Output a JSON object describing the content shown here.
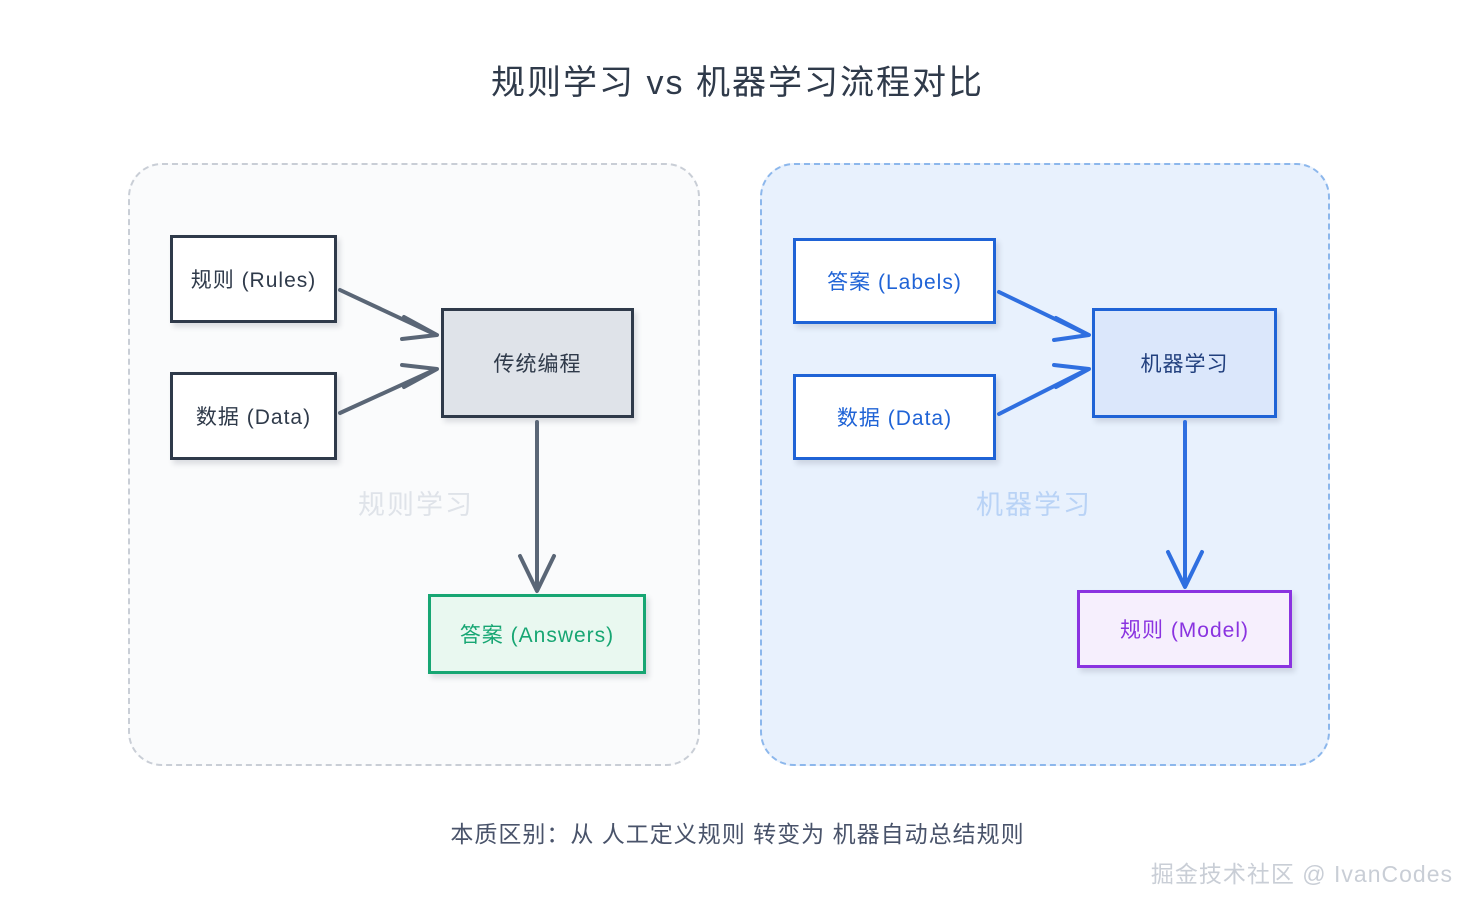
{
  "title": "规则学习 vs 机器学习流程对比",
  "panels": {
    "left": {
      "watermark": "规则学习",
      "border_color": "#c9ced6",
      "fill_color": "#fafbfc",
      "nodes": {
        "rules": "规则 (Rules)",
        "data": "数据 (Data)",
        "process": "传统编程",
        "output": "答案 (Answers)"
      }
    },
    "right": {
      "watermark": "机器学习",
      "border_color": "#8cb7ec",
      "fill_color": "#e8f1fd",
      "nodes": {
        "labels": "答案 (Labels)",
        "data": "数据 (Data)",
        "process": "机器学习",
        "output": "规则 (Model)"
      }
    }
  },
  "colors": {
    "slate": "#2f3a4a",
    "green": "#17a673",
    "blue": "#1f63d6",
    "purple": "#8a33e0",
    "gray_arrow": "#5a6676"
  },
  "footer": {
    "caption": "本质区别：从 人工定义规则 转变为 机器自动总结规则",
    "credit": "掘金技术社区 @ IvanCodes"
  }
}
